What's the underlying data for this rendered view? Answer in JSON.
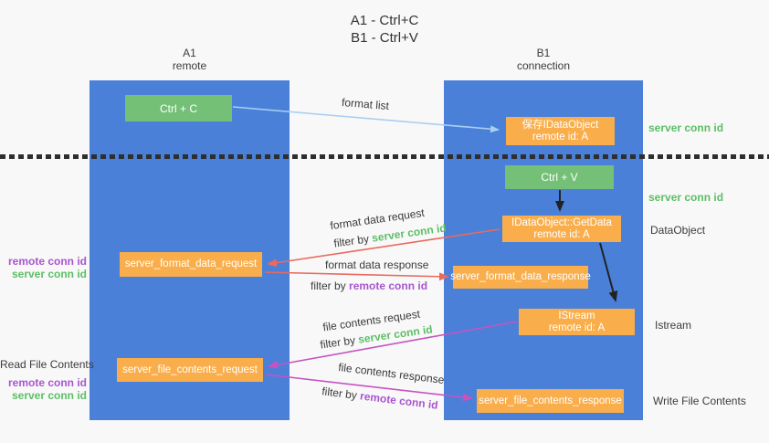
{
  "title": {
    "line1": "A1 - Ctrl+C",
    "line2": "B1 - Ctrl+V"
  },
  "lanes": {
    "a": {
      "title": "A1",
      "subtitle": "remote"
    },
    "b": {
      "title": "B1",
      "subtitle": "connection"
    }
  },
  "nodes": {
    "ctrl_c": {
      "label": "Ctrl + C"
    },
    "ctrl_v": {
      "label": "Ctrl + V"
    },
    "save_dataobject": {
      "line1": "保存IDataObject",
      "line2": "remote id: A"
    },
    "getdata": {
      "line1": "IDataObject::GetData",
      "line2": "remote id: A"
    },
    "istream": {
      "line1": "IStream",
      "line2": "remote id: A"
    },
    "server_format_data_request": {
      "label": "server_format_data_request"
    },
    "server_format_data_response": {
      "label": "server_format_data_response"
    },
    "server_file_contents_request": {
      "label": "server_file_contents_request"
    },
    "server_file_contents_response": {
      "label": "server_file_contents_response"
    }
  },
  "edges": {
    "format_list": {
      "label": "format list"
    },
    "format_data_request": {
      "label": "format data request",
      "filter_prefix": "filter by",
      "filter_key": "server conn id"
    },
    "format_data_response": {
      "label": "format data response",
      "filter_prefix": "filter by",
      "filter_key": "remote conn id"
    },
    "file_contents_request": {
      "label": "file contents request",
      "filter_prefix": "filter by",
      "filter_key": "server conn id"
    },
    "file_contents_response": {
      "label": "file contents response",
      "filter_prefix": "filter by",
      "filter_key": "remote conn id"
    }
  },
  "side_labels": {
    "server_conn_id_top": "server conn id",
    "server_conn_id_mid": "server conn id",
    "dataobject": "DataObject",
    "istream": "Istream",
    "write_file_contents": "Write File Contents",
    "read_file_contents": "Read File Contents",
    "left_top": {
      "remote": "remote conn id",
      "server": "server conn id"
    },
    "left_bottom": {
      "remote": "remote conn id",
      "server": "server conn id"
    }
  },
  "colors": {
    "lane_blue": "#4a80d8",
    "node_green": "#74c077",
    "node_orange": "#f9ae4b",
    "arrow_light_blue": "#a9cff2",
    "arrow_red": "#e96a5e",
    "arrow_magenta": "#c653c0",
    "arrow_black": "#222222",
    "text_green": "#5cbe66",
    "text_purple": "#a855d0",
    "text_dark": "#3b3b3b",
    "background": "#f8f8f8"
  }
}
